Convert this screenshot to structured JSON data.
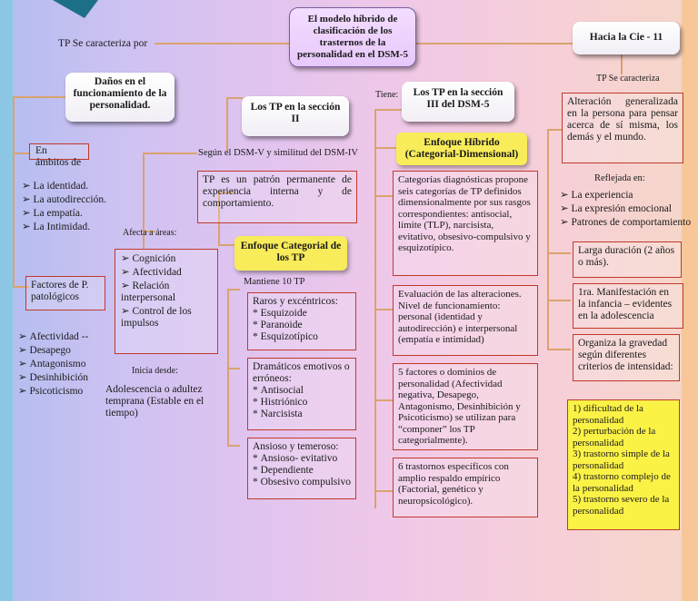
{
  "title": "El modelo híbrido de clasificación de los trasternos de la personalidad en el DSM-5",
  "left": {
    "connector": "TP Se caracteriza por",
    "header": "Daños en el funcionamiento de la personalidad.",
    "ambitos_label": "En ámbitos de",
    "ambitos": [
      "La identidad.",
      "La autodirección.",
      "La empatía.",
      "La Intimidad."
    ],
    "factores_label": "Factores de P. patológicos",
    "factores": [
      "Afectividad  --",
      "Desapego",
      "Antagonismo",
      "Desinhibición",
      "Psicoticismo"
    ]
  },
  "center": {
    "header": "Los TP en la sección II",
    "segun": "Según el DSM-V y similitud del DSM-IV",
    "definition": "TP es un patrón permanente de experiencia interna y de comportamiento.",
    "afecta_label": "Afecta a áreas:",
    "areas": [
      "Cognición",
      "Afectividad",
      "Relación interpersonal",
      "Control de los impulsos"
    ],
    "inicia_label": "Inicia desde:",
    "inicia_text": "Adolescencia o adultez temprana (Estable en el tiempo)",
    "enfoque": "Enfoque Categorial de los TP",
    "mantiene": "Mantiene 10 TP",
    "clusters": [
      {
        "title": "Raros y excéntricos:",
        "items": [
          "Esquizoide",
          "Paranoide",
          "Esquizotípico"
        ]
      },
      {
        "title": "Dramáticos emotivos o erróneos:",
        "items": [
          "Antisocial",
          "Histriónico",
          "Narcisista"
        ]
      },
      {
        "title": "Ansioso y temeroso:",
        "items": [
          "Ansioso- evitativo",
          "Dependiente",
          "Obsesivo compulsivo"
        ]
      }
    ]
  },
  "section3": {
    "tiene": "Tiene:",
    "header": "Los TP en la sección III del DSM-5",
    "enfoque": "Enfoque Híbrido (Categorial-Dimensional)",
    "boxes": [
      "Categorías diagnósticas propone seis categorías de TP definidos dimensionalmente por sus rasgos correspondientes: antisocial, límite (TLP), narcisista, evitativo, obsesivo-compulsivo y esquizotípico.",
      "Evaluación de las alteraciones. Nivel de funcionamiento: personal (identidad y autodirección) e interpersonal (empatía e intimidad)",
      "5 factores o dominios de personalidad (Afectividad negativa, Desapego, Antagonismo, Desinhibición y Psicoticismo) se utilizan para “componer” los TP categorialmente).",
      "6 trastornos específicos con amplio respaldo empírico (Factorial, genético y neuropsicológico)."
    ]
  },
  "right": {
    "header": "Hacia la Cie - 11",
    "caracteriza": "TP Se caracteriza",
    "alteracion": "Alteración generalizada en la persona para pensar acerca de sí misma, los demás y el mundo.",
    "reflejada": "Reflejada en:",
    "reflejada_items": [
      "La experiencia",
      "La expresión emocional",
      "Patrones de comportamiento"
    ],
    "larga": "Larga duración (2 años o más).",
    "primera": "1ra. Manifestación en la infancia – evidentes en la adolescencia",
    "organiza": "Organiza la gravedad según diferentes criterios de intensidad:",
    "gravedad": [
      "1) dificultad de la personalidad",
      "2) perturbación de la personalidad",
      "3) trastorno simple de la personalidad",
      "4) trastorno complejo de la personalidad",
      "5) trastorno severo de la personalidad"
    ]
  },
  "colors": {
    "border": "#c0392b",
    "connector": "#d9a36f",
    "yellow": "#f8ec5a",
    "left_strip": "#8cc7e6"
  }
}
